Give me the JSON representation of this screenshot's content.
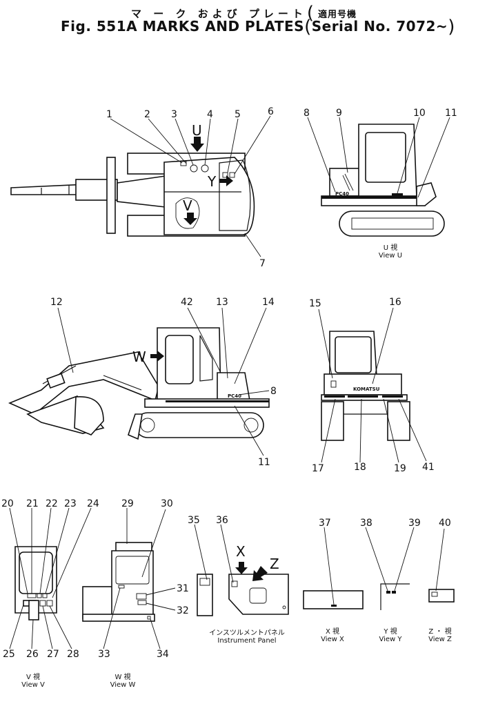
{
  "title": {
    "jp": "マ ー ク および プレート",
    "jp_sub": "適用号機",
    "en": "Fig. 551A MARKS AND PLATES",
    "serial": "Serial No. 7072~"
  },
  "arrow_labels": {
    "u": "U",
    "y": "Y",
    "v": "V",
    "w": "W",
    "x": "X",
    "z": "Z"
  },
  "plate_text": {
    "model": "PC40",
    "brand": "KOMATSU"
  },
  "captions": {
    "view_u_jp": "U  視",
    "view_u": "View  U",
    "view_v_jp": "V  視",
    "view_v": "View  V",
    "view_w_jp": "W  視",
    "view_w": "View  W",
    "view_x_jp": "X  視",
    "view_x": "View  X",
    "view_y_jp": "Y  視",
    "view_y": "View  Y",
    "view_z_jp": "Z ・ 視",
    "view_z": "View  Z",
    "panel_jp": "インスツルメントパネル",
    "panel": "Instrument Panel"
  },
  "callouts": {
    "n1": "1",
    "n2": "2",
    "n3": "3",
    "n4": "4",
    "n5": "5",
    "n6": "6",
    "n7": "7",
    "n8": "8",
    "n9": "9",
    "n10": "10",
    "n11": "11",
    "n12": "12",
    "n13": "13",
    "n14": "14",
    "n15": "15",
    "n16": "16",
    "n17": "17",
    "n18": "18",
    "n19": "19",
    "n20": "20",
    "n21": "21",
    "n22": "22",
    "n23": "23",
    "n24": "24",
    "n25": "25",
    "n26": "26",
    "n27": "27",
    "n28": "28",
    "n29": "29",
    "n30": "30",
    "n31": "31",
    "n32": "32",
    "n33": "33",
    "n34": "34",
    "n35": "35",
    "n36": "36",
    "n37": "37",
    "n38": "38",
    "n39": "39",
    "n40": "40",
    "n41": "41",
    "n42": "42",
    "n8b": "8",
    "n11b": "11"
  }
}
